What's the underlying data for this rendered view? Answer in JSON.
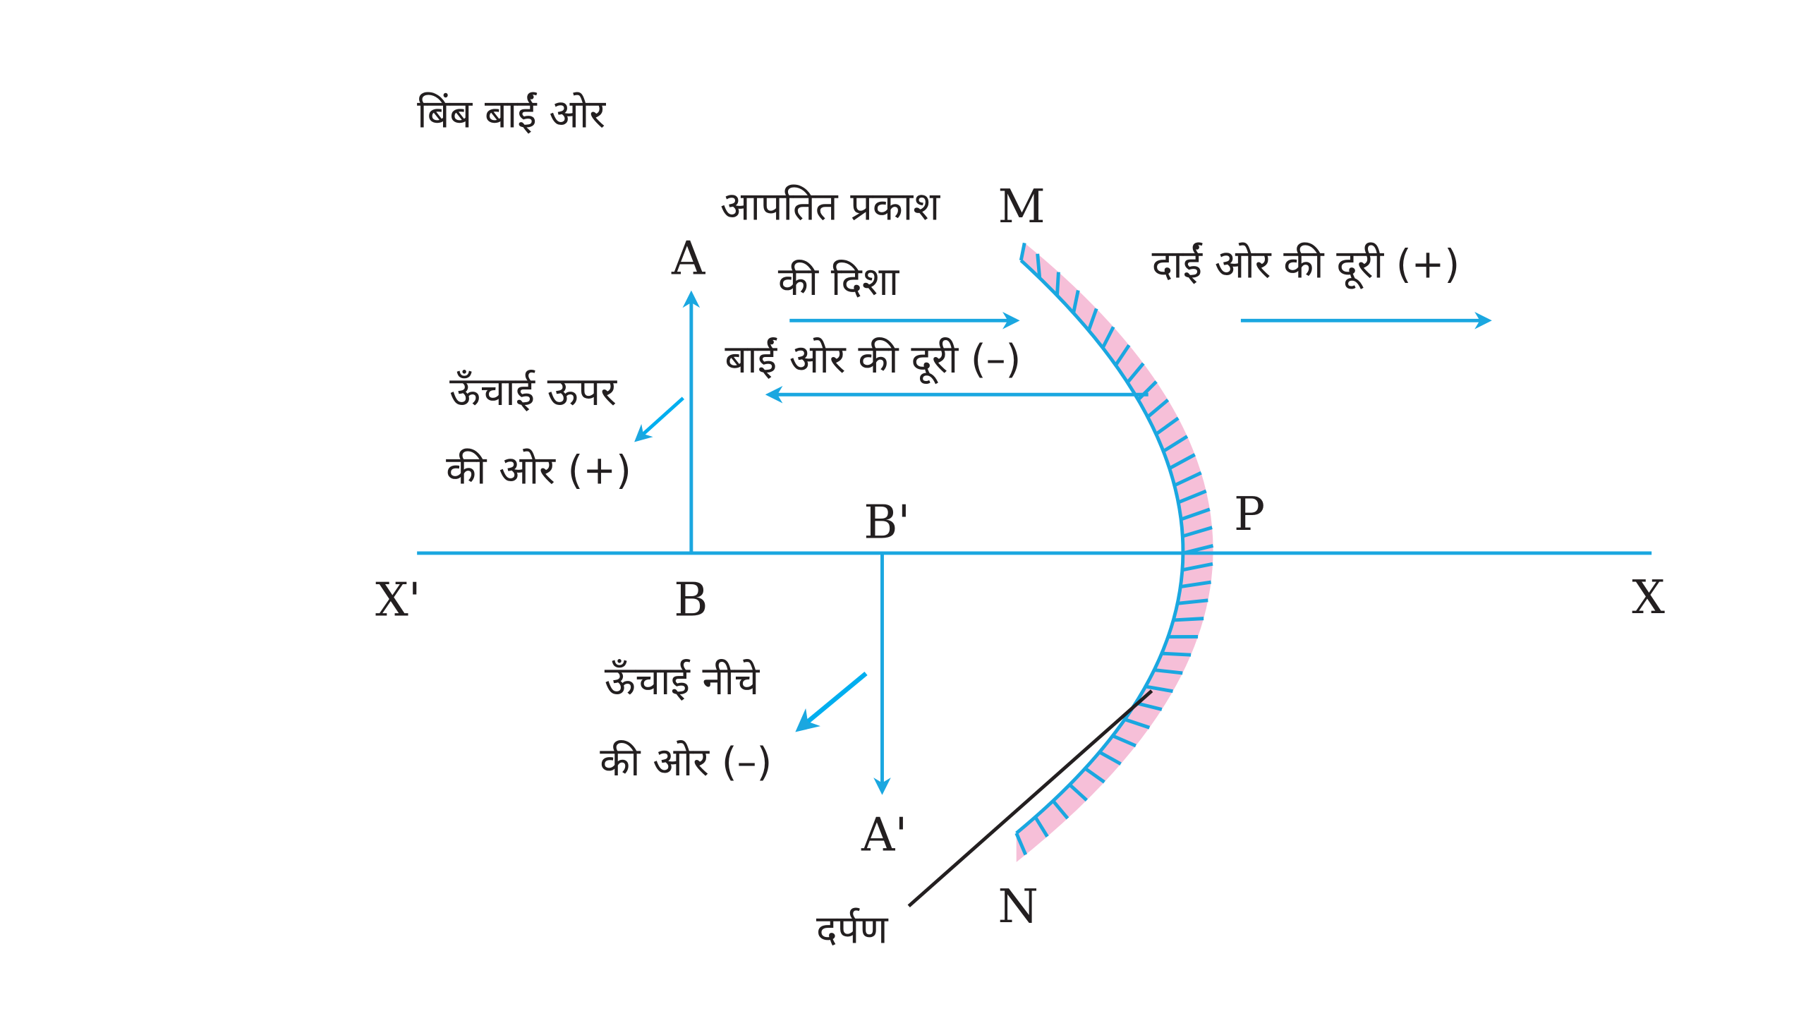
{
  "texts": {
    "object_left": "बिंब बाईं ओर",
    "incident_light": "आपतित प्रकाश",
    "direction": "की दिशा",
    "left_distance": "बाईं ओर की दूरी (–)",
    "right_distance": "दाईं ओर की दूरी (+)",
    "height_up_1": "ऊँचाई ऊपर",
    "height_up_2": "की ओर (+)",
    "height_down_1": "ऊँचाई नीचे",
    "height_down_2": "की ओर (–)",
    "mirror": "दर्पण"
  },
  "points": {
    "M": "M",
    "N": "N",
    "P": "P",
    "A": "A",
    "B": "B",
    "A_prime": "A'",
    "B_prime": "B'",
    "X": "X",
    "X_prime": "X'"
  },
  "colors": {
    "line": "#1aa7e0",
    "mirror_fill": "#f6bfd8",
    "text": "#231f20",
    "pointer": "#231f20"
  }
}
